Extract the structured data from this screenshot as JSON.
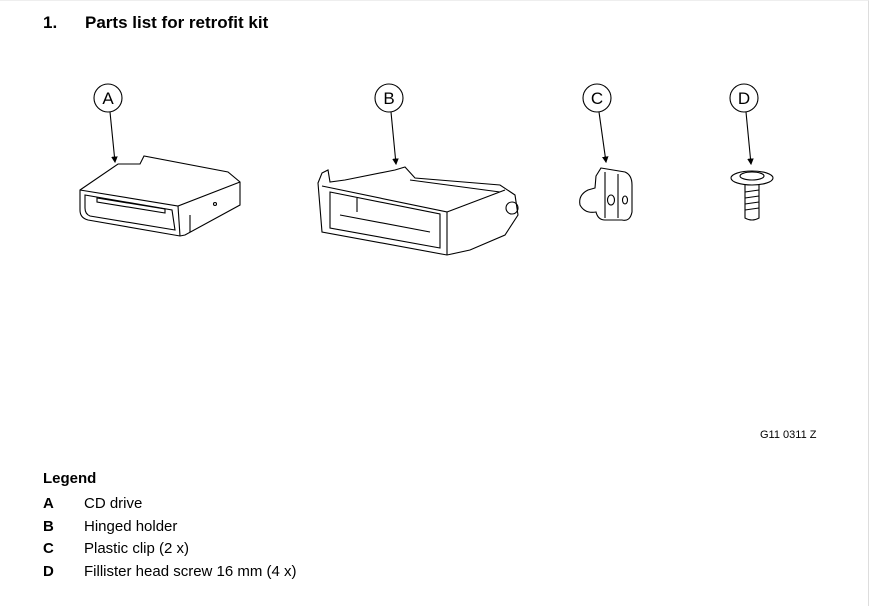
{
  "section": {
    "number": "1.",
    "title": "Parts list for retrofit kit"
  },
  "figure": {
    "callouts": [
      "A",
      "B",
      "C",
      "D"
    ],
    "code": "G11 0311 Z"
  },
  "legend": {
    "heading": "Legend",
    "items": [
      {
        "key": "A",
        "label": "CD drive"
      },
      {
        "key": "B",
        "label": "Hinged holder"
      },
      {
        "key": "C",
        "label": "Plastic clip (2 x)"
      },
      {
        "key": "D",
        "label": "Fillister head screw 16 mm (4 x)"
      }
    ]
  }
}
